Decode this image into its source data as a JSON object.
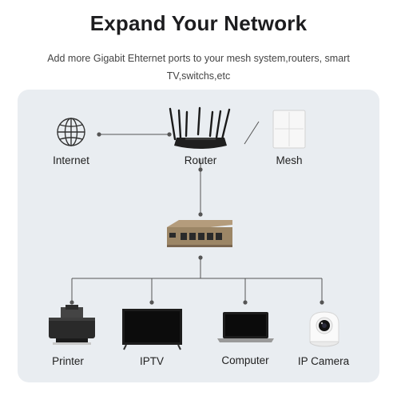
{
  "header": {
    "title": "Expand Your Network",
    "subtitle_line1": "Add more Gigabit Ehternet ports to your mesh system,routers, smart",
    "subtitle_line2": "TV,switchs,etc"
  },
  "nodes": {
    "internet": "Internet",
    "router": "Router",
    "mesh": "Mesh",
    "printer": "Printer",
    "iptv": "IPTV",
    "computer": "Computer",
    "ip_camera": "IP Camera"
  },
  "icons": [
    "globe-icon",
    "router-icon",
    "mesh-icon",
    "switch-icon",
    "printer-icon",
    "tv-icon",
    "laptop-icon",
    "camera-icon"
  ],
  "colors": {
    "panel_bg": "#e9edf1",
    "line": "#555555",
    "switch_body": "#a08a6c"
  }
}
